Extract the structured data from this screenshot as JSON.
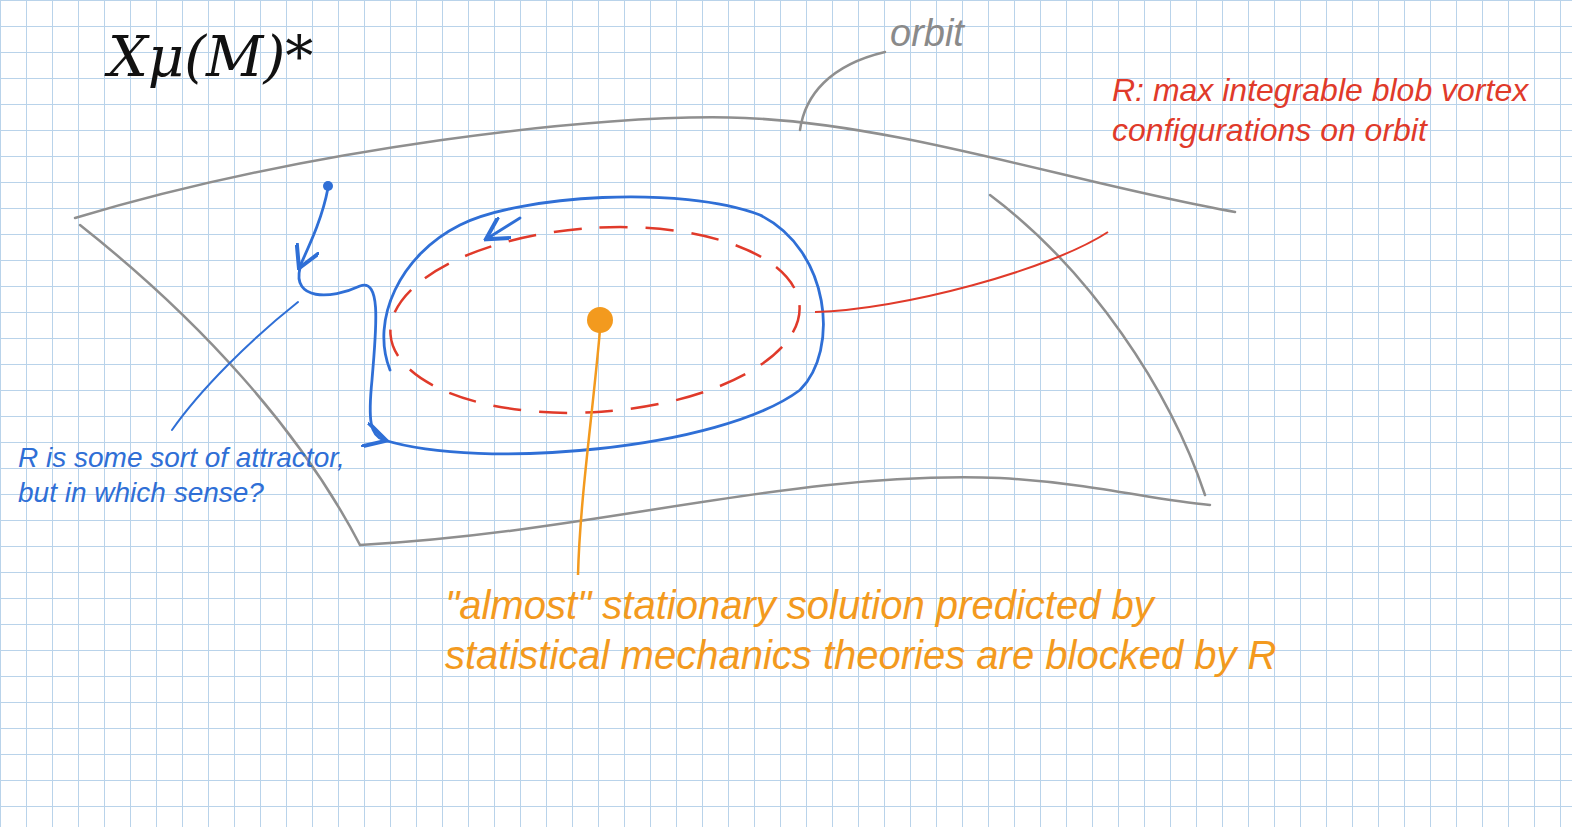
{
  "diagram": {
    "labels": [
      "Xμ(M)*",
      "orbit",
      "R: max integrable blob vortex configurations on orbit",
      "R is some sort of attractor, but in which sense?",
      "\"almost\" stationary solution predicted by statistical mechanics theories are blocked by R"
    ]
  }
}
